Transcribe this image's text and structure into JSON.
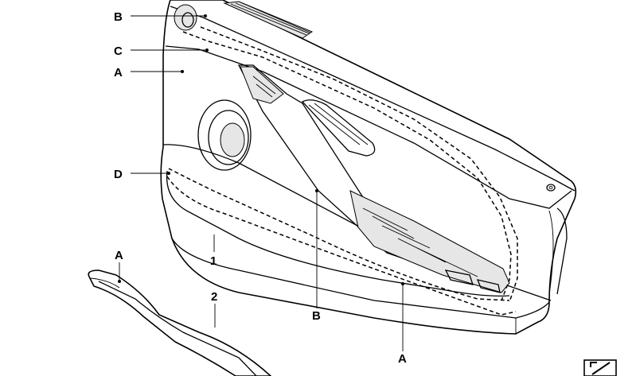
{
  "callouts": {
    "b_top": "B",
    "c": "C",
    "a_top": "A",
    "d": "D",
    "one": "1",
    "a_trim": "A",
    "two": "2",
    "b_bottom": "B",
    "a_bottom": "A"
  },
  "icon": "direction-arrow-icon"
}
